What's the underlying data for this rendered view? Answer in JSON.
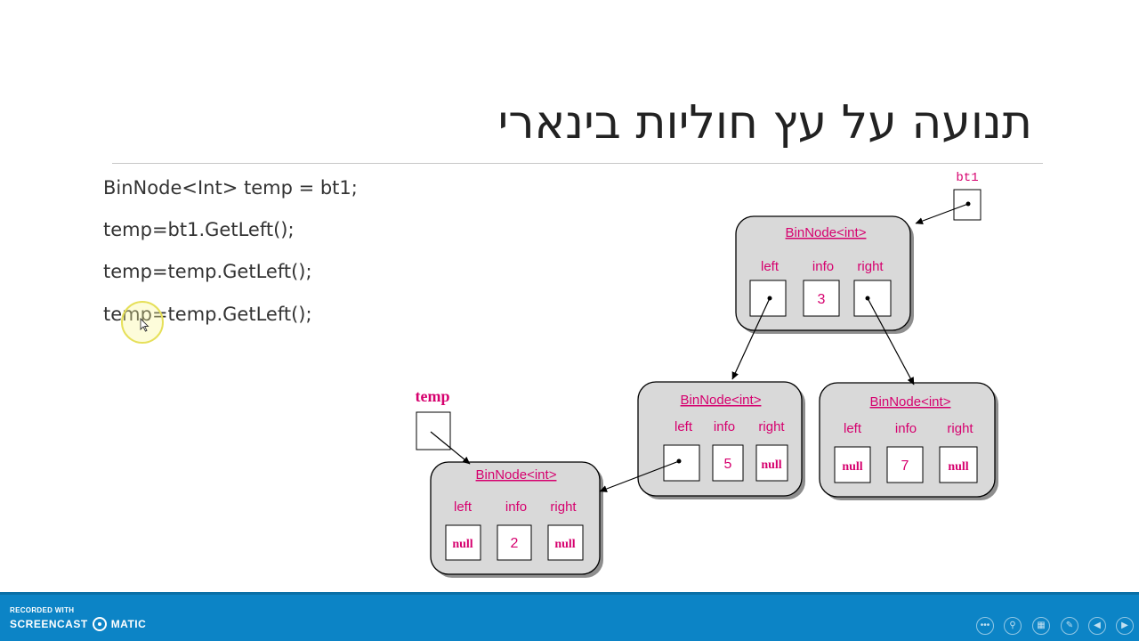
{
  "slide": {
    "title": "תנועה על עץ חוליות בינארי",
    "code_lines": [
      "BinNode<Int> temp = bt1;",
      "temp=bt1.GetLeft();",
      "temp=temp.GetLeft();",
      "temp=temp.GetLeft();"
    ]
  },
  "diagram": {
    "root_var": "bt1",
    "temp_var": "temp",
    "nodes": {
      "root": {
        "title": "BinNode<int>",
        "left_label": "left",
        "info_label": "info",
        "right_label": "right",
        "info": "3"
      },
      "mid_left": {
        "title": "BinNode<int>",
        "left_label": "left",
        "info_label": "info",
        "right_label": "right",
        "info": "5",
        "right": "null"
      },
      "mid_right": {
        "title": "BinNode<int>",
        "left_label": "left",
        "info_label": "info",
        "right_label": "right",
        "info": "7",
        "left": "null",
        "right": "null"
      },
      "leaf": {
        "title": "BinNode<int>",
        "left_label": "left",
        "info_label": "info",
        "right_label": "right",
        "info": "2",
        "left": "null",
        "right": "null"
      }
    },
    "colors": {
      "accent": "#d6006e",
      "node_fill": "#d9d9d9"
    }
  },
  "footer": {
    "recorded_with": "RECORDED WITH",
    "brand_left": "SCREENCAST",
    "brand_right": "MATIC",
    "controls": [
      "more-icon",
      "zoom-icon",
      "slides-icon",
      "pen-icon",
      "prev-icon",
      "next-icon"
    ],
    "bar_color": "#0c84c6"
  }
}
